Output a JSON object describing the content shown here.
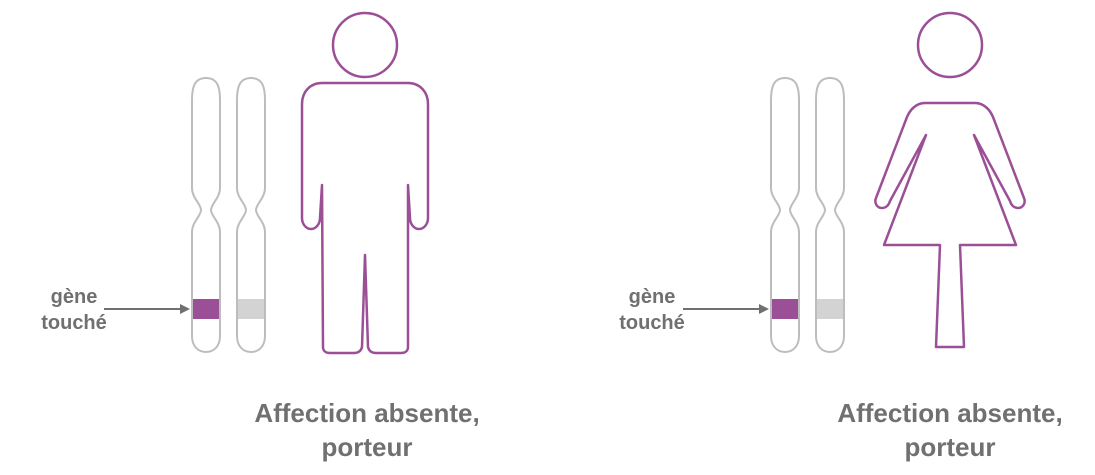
{
  "colors": {
    "affected_gene": "#9B4F96",
    "normal_gene": "#D3D3D3",
    "chromosome_outline": "#BDBDBD",
    "figure_outline": "#9B4F96",
    "text": "#707070",
    "arrow": "#707070"
  },
  "panels": [
    {
      "figure": "male",
      "gene_label_line1": "gène",
      "gene_label_line2": "touché",
      "caption_line1": "Affection absente,",
      "caption_line2": "porteur"
    },
    {
      "figure": "female",
      "gene_label_line1": "gène",
      "gene_label_line2": "touché",
      "caption_line1": "Affection absente,",
      "caption_line2": "porteur"
    }
  ]
}
